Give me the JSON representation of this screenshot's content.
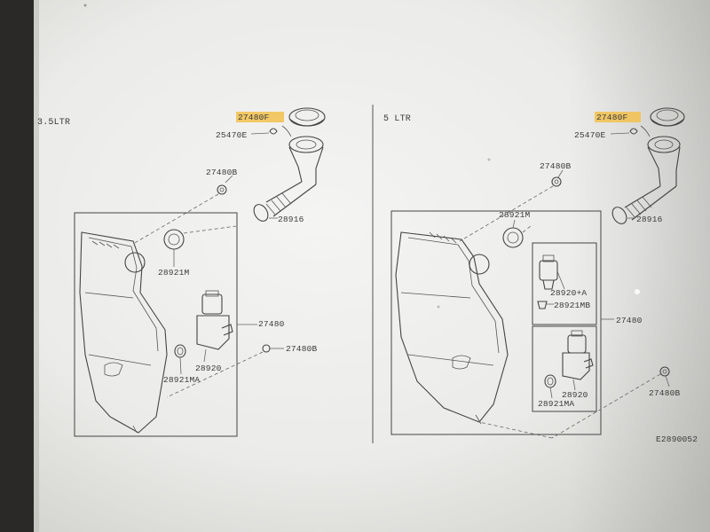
{
  "diagram": {
    "left_section": {
      "heading": "3.5LTR",
      "labels": {
        "cap_part": "27480F",
        "clip": "25470E",
        "bolt_top": "27480B",
        "filler_tube": "28916",
        "grommet": "28921M",
        "assembly": "27480",
        "bolt_right": "27480B",
        "pump": "28920",
        "pump_seal": "28921MA"
      }
    },
    "right_section": {
      "heading": "5 LTR",
      "labels": {
        "cap_part": "27480F",
        "clip": "25470E",
        "bolt_top": "27480B",
        "filler_tube": "28916",
        "grommet": "28921M",
        "pump_a": "28920+A",
        "seal_b": "28921MB",
        "assembly": "27480",
        "pump": "28920",
        "pump_seal": "28921MA",
        "bolt_right": "27480B"
      }
    },
    "diagram_code": "E2890052",
    "highlight_color": "#f2c14e"
  }
}
